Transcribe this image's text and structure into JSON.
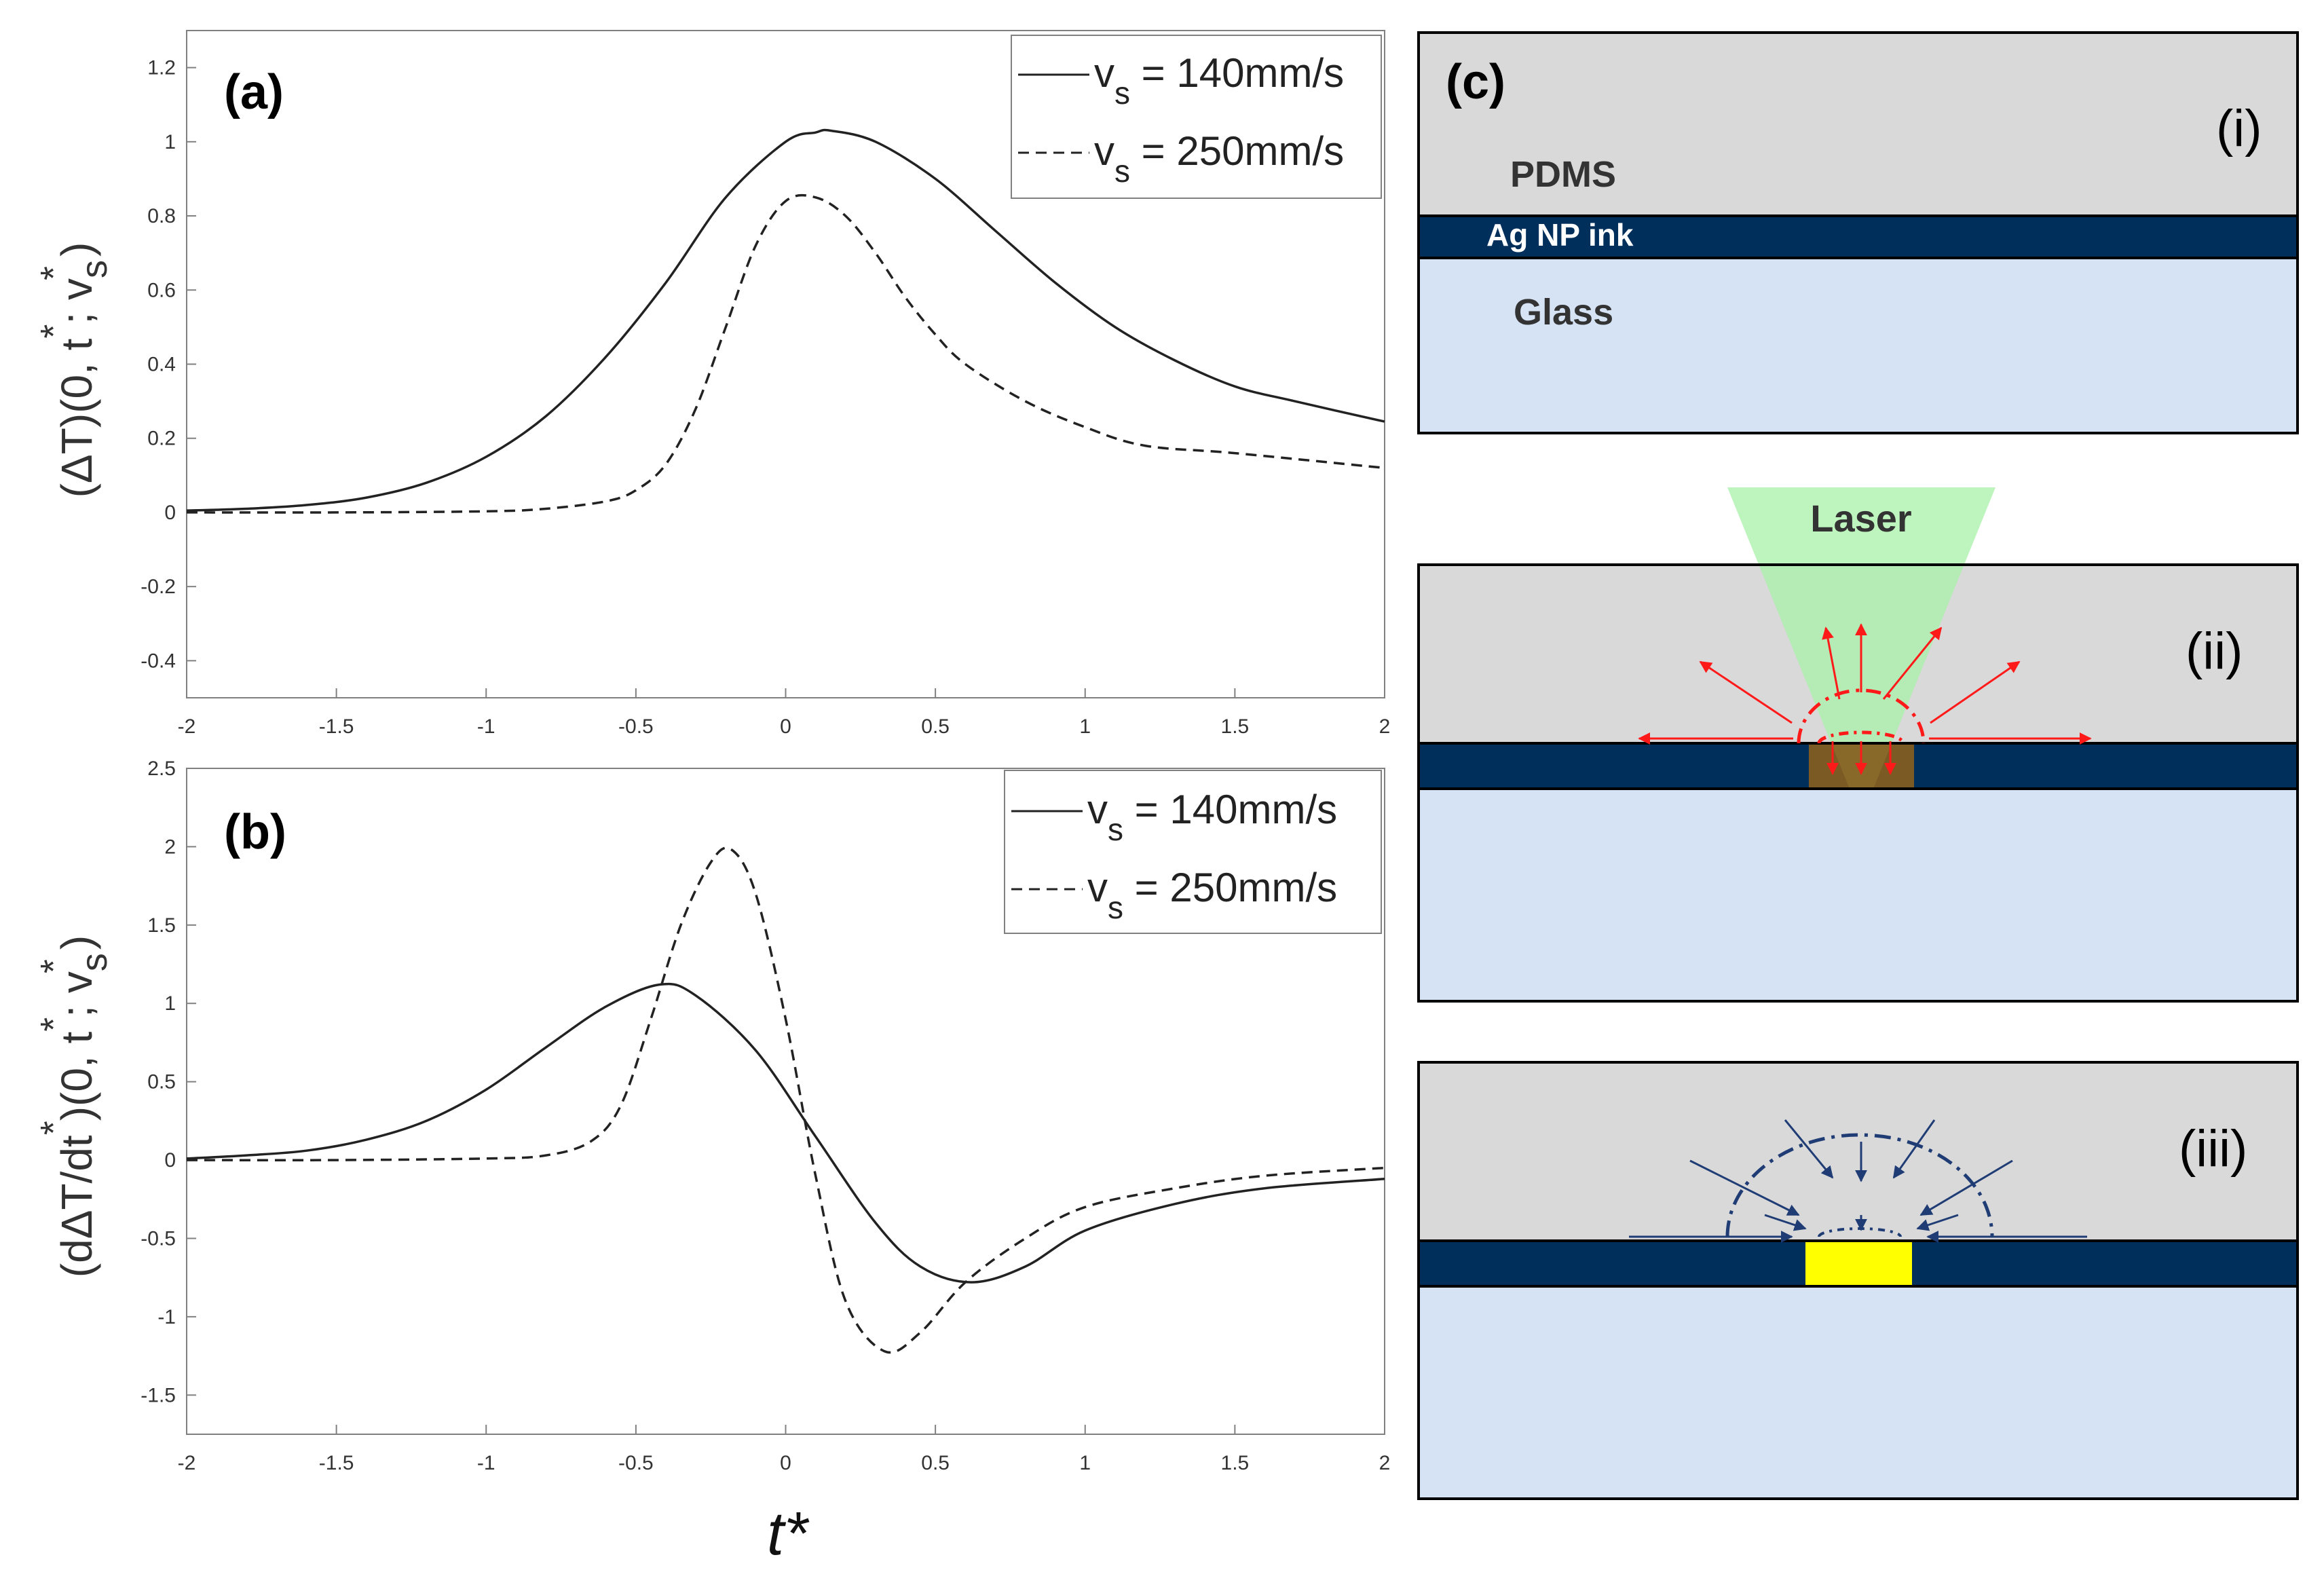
{
  "chart_data": [
    {
      "type": "line",
      "panel_label": "(a)",
      "ylabel_parts": [
        "(ΔT)(0, t",
        "*",
        "; v",
        "s",
        "*",
        ")"
      ],
      "xlim": [
        -2,
        2
      ],
      "ylim": [
        -0.5,
        1.3
      ],
      "xticks": [
        -2,
        -1.5,
        -1,
        -0.5,
        0,
        0.5,
        1,
        1.5,
        2
      ],
      "xtick_labels": [
        "-2",
        "-1.5",
        "-1",
        "-0.5",
        "0",
        "0.5",
        "1",
        "1.5",
        "2"
      ],
      "yticks": [
        -0.4,
        -0.2,
        0,
        0.2,
        0.4,
        0.6,
        0.8,
        1,
        1.2
      ],
      "ytick_labels": [
        "-0.4",
        "-0.2",
        "0",
        "0.2",
        "0.4",
        "0.6",
        "0.8",
        "1",
        "1.2"
      ],
      "legend_position": "top-right",
      "series": [
        {
          "name": "v_s = 140mm/s",
          "legend_parts": [
            "v",
            "s",
            " = 140mm/s"
          ],
          "style": "solid",
          "x": [
            -2,
            -1.8,
            -1.6,
            -1.4,
            -1.2,
            -1.0,
            -0.8,
            -0.6,
            -0.4,
            -0.2,
            0.0,
            0.1,
            0.15,
            0.3,
            0.5,
            0.7,
            0.9,
            1.1,
            1.3,
            1.5,
            1.7,
            2.0
          ],
          "y": [
            0.005,
            0.01,
            0.02,
            0.04,
            0.08,
            0.15,
            0.26,
            0.42,
            0.62,
            0.85,
            1.0,
            1.025,
            1.03,
            1.0,
            0.9,
            0.76,
            0.62,
            0.5,
            0.41,
            0.34,
            0.3,
            0.245
          ]
        },
        {
          "name": "v_s = 250mm/s",
          "legend_parts": [
            "v",
            "s",
            " = 250mm/s"
          ],
          "style": "dashed",
          "x": [
            -2,
            -1.5,
            -1.0,
            -0.8,
            -0.6,
            -0.5,
            -0.4,
            -0.3,
            -0.2,
            -0.1,
            0.0,
            0.1,
            0.2,
            0.3,
            0.4,
            0.5,
            0.6,
            0.8,
            1.0,
            1.2,
            1.5,
            2.0
          ],
          "y": [
            0.0,
            0.0,
            0.003,
            0.01,
            0.03,
            0.06,
            0.13,
            0.28,
            0.5,
            0.72,
            0.84,
            0.85,
            0.8,
            0.7,
            0.58,
            0.48,
            0.4,
            0.3,
            0.23,
            0.18,
            0.16,
            0.12
          ]
        }
      ]
    },
    {
      "type": "line",
      "panel_label": "(b)",
      "ylabel_parts": [
        "(dΔT/dt",
        "*",
        ")(0, t",
        "*",
        "; v",
        "s",
        "*",
        ")"
      ],
      "xlabel": "t*",
      "xlim": [
        -2,
        2
      ],
      "ylim": [
        -1.75,
        2.5
      ],
      "xticks": [
        -2,
        -1.5,
        -1,
        -0.5,
        0,
        0.5,
        1,
        1.5,
        2
      ],
      "xtick_labels": [
        "-2",
        "-1.5",
        "-1",
        "-0.5",
        "0",
        "0.5",
        "1",
        "1.5",
        "2"
      ],
      "yticks": [
        -1.5,
        -1,
        -0.5,
        0,
        0.5,
        1,
        1.5,
        2,
        2.5
      ],
      "ytick_labels": [
        "-1.5",
        "-1",
        "-0.5",
        "0",
        "0.5",
        "1",
        "1.5",
        "2",
        "2.5"
      ],
      "legend_position": "top-right",
      "series": [
        {
          "name": "v_s = 140mm/s",
          "legend_parts": [
            "v",
            "s",
            " = 140mm/s"
          ],
          "style": "solid",
          "x": [
            -2,
            -1.8,
            -1.6,
            -1.4,
            -1.2,
            -1.0,
            -0.8,
            -0.6,
            -0.42,
            -0.3,
            -0.1,
            0.1,
            0.3,
            0.45,
            0.62,
            0.8,
            1.0,
            1.3,
            1.6,
            2.0
          ],
          "y": [
            0.01,
            0.03,
            0.06,
            0.13,
            0.25,
            0.45,
            0.72,
            0.98,
            1.12,
            1.05,
            0.7,
            0.15,
            -0.4,
            -0.68,
            -0.78,
            -0.68,
            -0.45,
            -0.28,
            -0.18,
            -0.12
          ]
        },
        {
          "name": "v_s = 250mm/s",
          "legend_parts": [
            "v",
            "s",
            " = 250mm/s"
          ],
          "style": "dashed",
          "x": [
            -2,
            -1.5,
            -1.0,
            -0.8,
            -0.65,
            -0.55,
            -0.45,
            -0.35,
            -0.25,
            -0.18,
            -0.1,
            0.0,
            0.1,
            0.2,
            0.33,
            0.45,
            0.6,
            0.8,
            1.0,
            1.3,
            1.6,
            2.0
          ],
          "y": [
            0.0,
            0.0,
            0.01,
            0.03,
            0.12,
            0.35,
            0.9,
            1.5,
            1.9,
            1.98,
            1.7,
            0.9,
            -0.1,
            -0.9,
            -1.22,
            -1.1,
            -0.78,
            -0.5,
            -0.3,
            -0.18,
            -0.1,
            -0.05
          ]
        }
      ]
    }
  ],
  "diagram": {
    "panel_label": "(c)",
    "panels": [
      {
        "id": "(i)",
        "labels": [
          "PDMS",
          "Ag NP ink",
          "Glass"
        ]
      },
      {
        "id": "(ii)",
        "laser_label": "Laser"
      },
      {
        "id": "(iii)"
      }
    ],
    "colors": {
      "pdms": "#d9d9d9",
      "ink": "#002f5c",
      "glass": "#d6e3f4",
      "laser": "#a8f0a8",
      "heat_arrow": "#ff1a1a",
      "sintered_hot": "#8a5f1e",
      "sintered_final": "#ffff00",
      "cool_arrow": "#1f3c75"
    }
  }
}
